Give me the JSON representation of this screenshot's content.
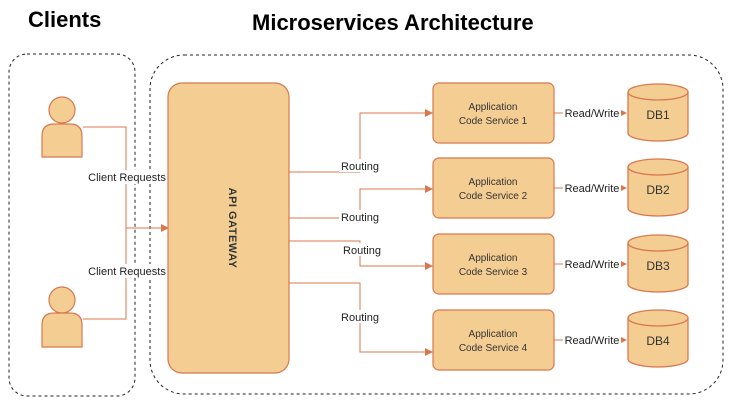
{
  "titles": {
    "clients": "Clients",
    "architecture": "Microservices Architecture"
  },
  "gateway": {
    "label": "API GATEWAY"
  },
  "edge_labels": {
    "client_requests_1": "Client Requests",
    "client_requests_2": "Client Requests",
    "routing": [
      "Routing",
      "Routing",
      "Routing",
      "Routing"
    ],
    "read_write": [
      "Read/Write",
      "Read/Write",
      "Read/Write",
      "Read/Write"
    ]
  },
  "services": [
    {
      "line1": "Application",
      "line2": "Code Service 1"
    },
    {
      "line1": "Application",
      "line2": "Code Service 2"
    },
    {
      "line1": "Application",
      "line2": "Code Service 3"
    },
    {
      "line1": "Application",
      "line2": "Code Service 4"
    }
  ],
  "databases": [
    "DB1",
    "DB2",
    "DB3",
    "DB4"
  ],
  "colors": {
    "fill": "#f3cd92",
    "stroke": "#d8784f",
    "arrow": "#d8784f",
    "outline_dashed": "#222222",
    "text": "#222222"
  },
  "icons": {
    "client": "user-icon",
    "database": "database-cylinder-icon"
  }
}
